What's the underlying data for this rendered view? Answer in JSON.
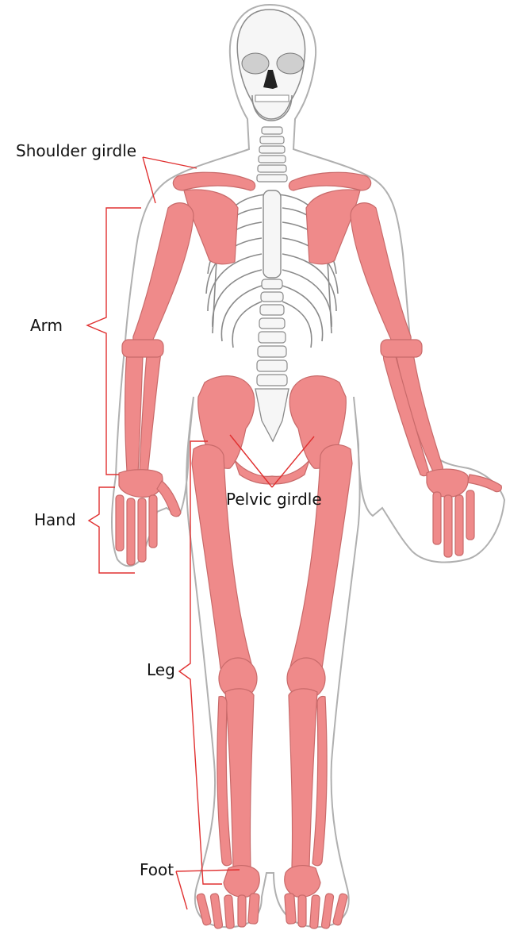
{
  "labels": {
    "shoulder_girdle": "Shoulder girdle",
    "arm": "Arm",
    "hand": "Hand",
    "pelvic_girdle": "Pelvic girdle",
    "leg": "Leg",
    "foot": "Foot"
  },
  "colors": {
    "highlight_bone": "#ef8a8a",
    "highlight_bone_stroke": "#c86a6a",
    "plain_bone": "#f6f6f6",
    "bone_stroke": "#8a8a8a",
    "body_outline": "#b0b0b0",
    "pointer_line": "#e03030",
    "label_text": "#111111"
  }
}
